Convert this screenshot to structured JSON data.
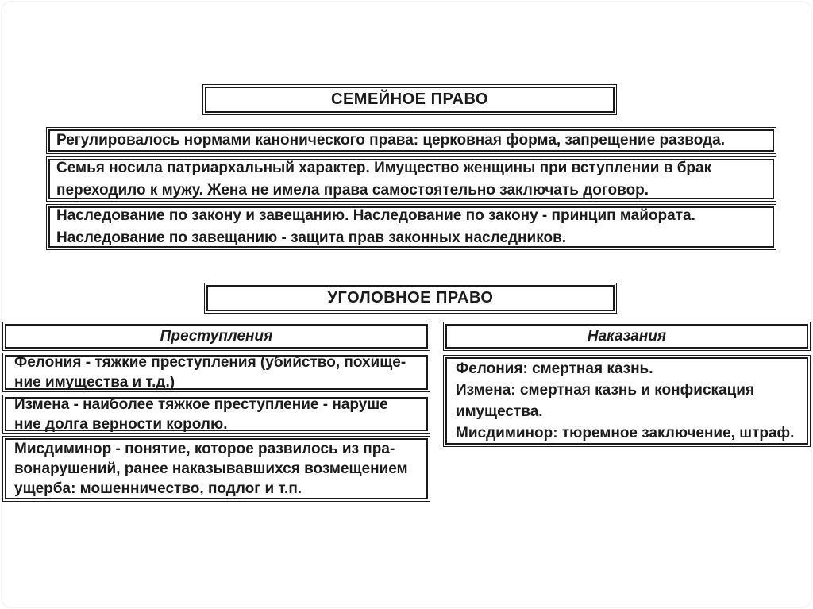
{
  "colors": {
    "ink": "#1b1b1b",
    "background": "#ffffff"
  },
  "family_law": {
    "title": "СЕМЕЙНОЕ ПРАВО",
    "boxes": [
      "Регулировалось нормами канонического права: церковная форма, запрещение развода.",
      "Семья носила патриархальный характер. Имущество женщины при вступлении в брак\nпереходило к мужу. Жена не имела права самостоятельно заключать договор.",
      "Наследование по закону и завещанию. Наследование по закону - принцип майората.\nНаследование по завещанию - защита прав законных наследников."
    ]
  },
  "criminal_law": {
    "title": "УГОЛОВНОЕ ПРАВО",
    "crimes": {
      "header": "Преступления",
      "items": [
        "Фелония - тяжкие преступления (убийство, похище-\nние имущества и т.д.)",
        "Измена - наиболее тяжкое преступление - наруше\nние долга верности королю.",
        "Мисдиминор - понятие, которое развилось из пра-\nвонарушений, ранее наказывавшихся возмещением\nущерба: мошенничество, подлог и т.п."
      ]
    },
    "punishments": {
      "header": "Наказания",
      "text": "Фелония: смертная казнь.\nИзмена: смертная казнь и конфискация\nимущества.\nМисдиминор: тюремное заключение, штраф."
    }
  }
}
